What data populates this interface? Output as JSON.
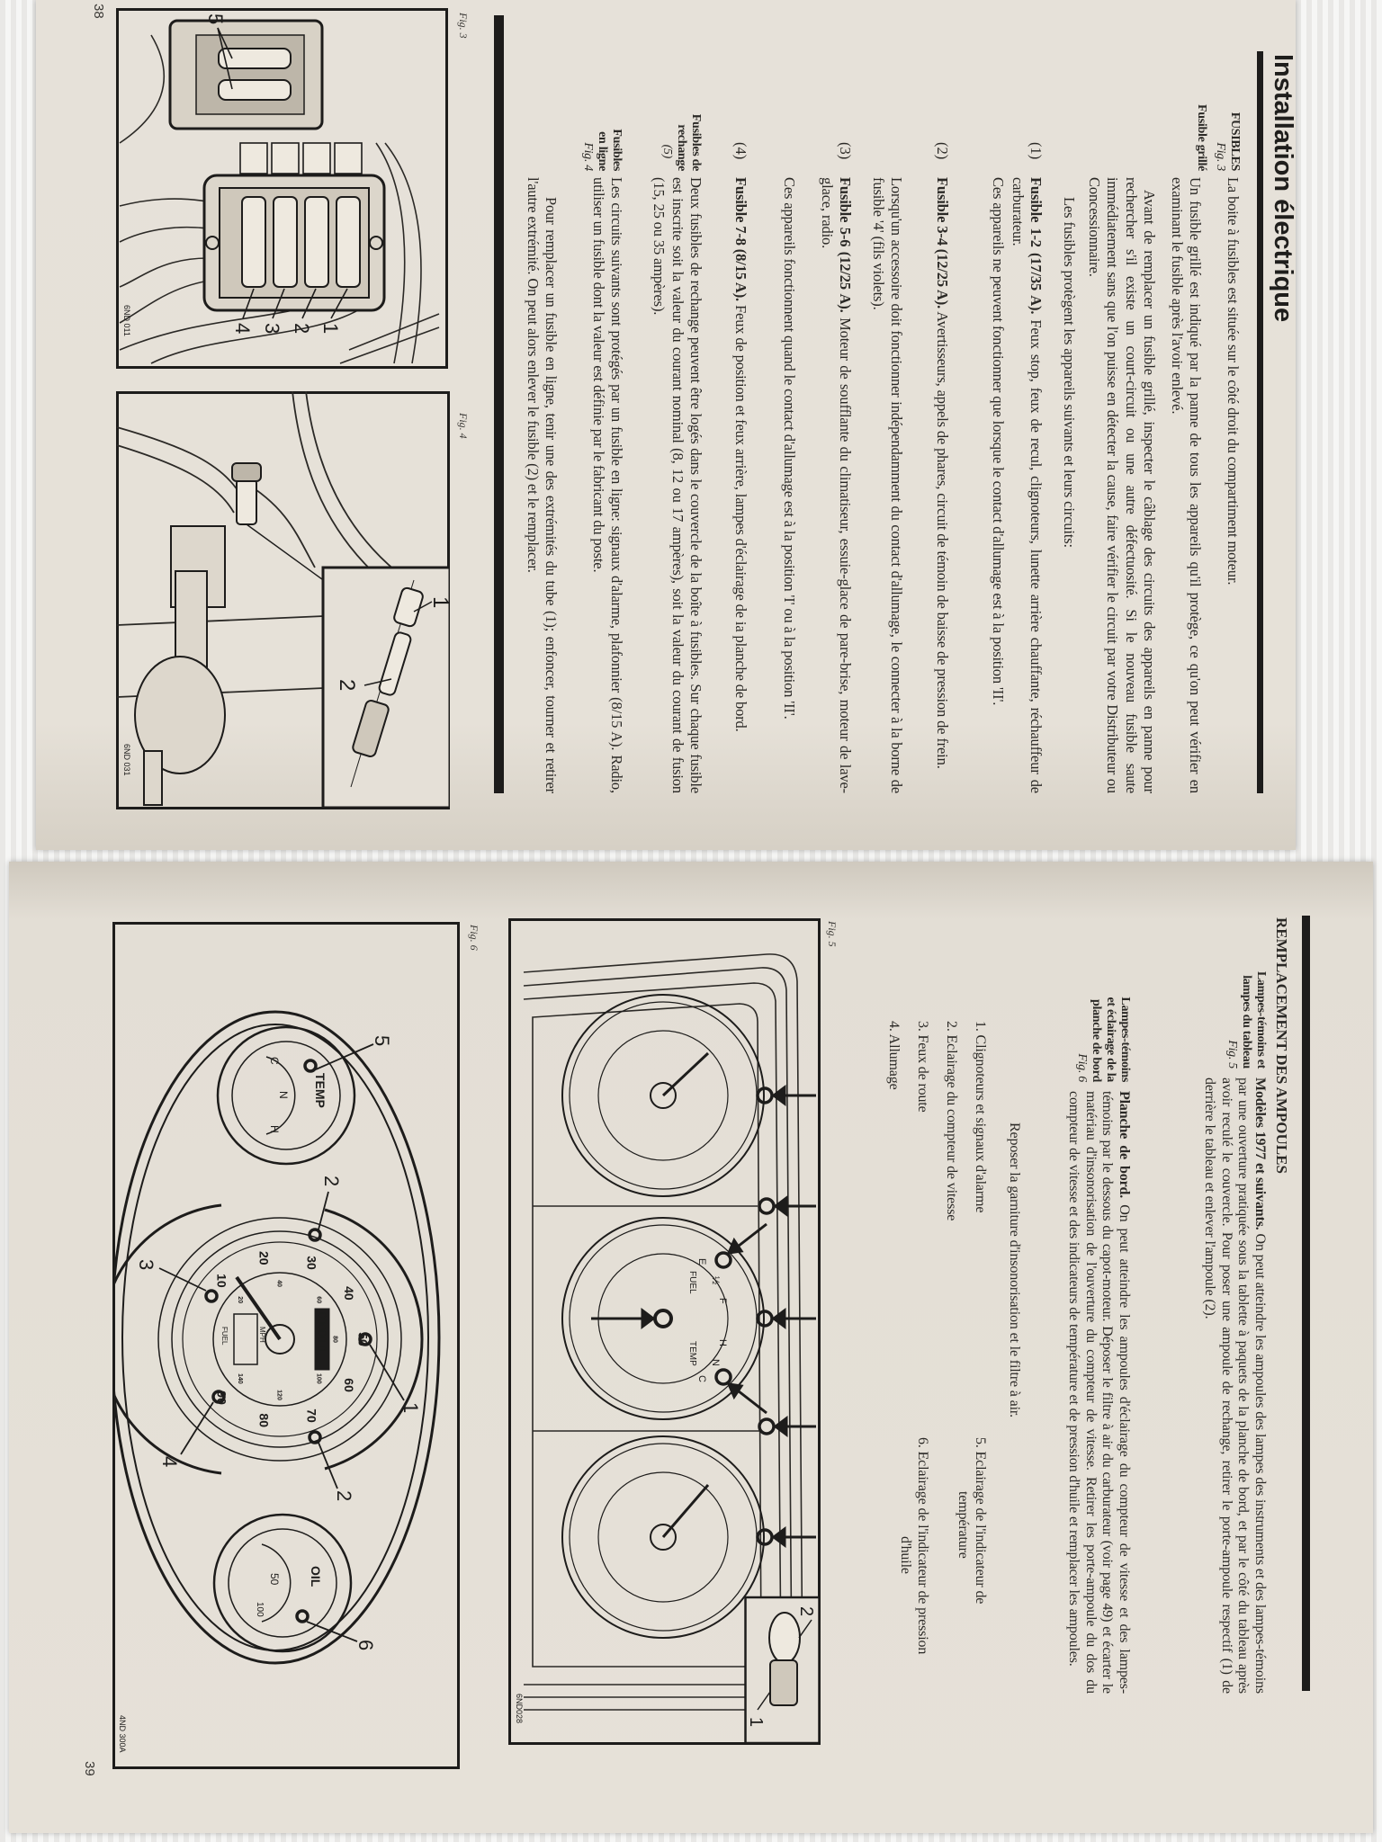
{
  "page38": {
    "title": "Installation électrique",
    "page_number": "38",
    "side": {
      "fusibles": "FUSIBLES",
      "fig3_ref": "Fig. 3",
      "grille": "Fusible grillé",
      "rechange_1": "Fusibles de",
      "rechange_2": "rechange",
      "rechange_ref": "(5)",
      "ligne_1": "Fusibles",
      "ligne_2": "en ligne",
      "fig4_ref": "Fig. 4"
    },
    "paragraphs": {
      "intro": "La boite à fusibles est située sur le côté droit du compartiment moteur.",
      "grille": "Un fusible grillé est indiqué par la panne de tous les appareils qu'il protège, ce qu'on peut vérifier en examinant le fusible après l'avoir enlevé.",
      "avant": "Avant de remplacer un fusible grillé, inspecter le câblage des circuits des appareils en panne pour rechercher s'il existe un court-circuit ou une autre défectuosité. Si le nouveau fusible saute immédiatement sans que l'on puisse en détecter la cause, faire vérifier le circuit par votre Distributeur ou Concessionnaire.",
      "proteges": "Les fusibles protègent les appareils suivants et leurs circuits:",
      "note1": "Ces appareils ne peuvent fonctionner que lorsque le contact d'allumage est à la position 'II'.",
      "note2": "Lorsqu'un accessoire doit fonctionner indépendamment du contact d'allumage, le connecter à la borne de fusible '4' (fils violets).",
      "note3": "Ces appareils fonctionnent quand le contact d'allumage est à la position 'I' ou à la position 'II'.",
      "rechange": "Deux fusibles de rechange peuvent être logés dans le couvercle de la boîte à fusibles. Sur chaque fusible est inscrite soit la valeur du courant nominal (8, 12 ou 17 ampères), soit la valeur du courant de fusion (15, 25 ou 35 ampères).",
      "ligne": "Les circuits suivants sont protégés par un fusible en ligne: signaux d'alarme, plafonnier (8/15 A). Radio, utiliser un fusible dont la valeur est définie par le fabricant du poste.",
      "remplacer": "Pour remplacer un fusible en ligne, tenir une des extrémités du tube (1); enfoncer, tourner et retirer l'autre extrémité. On peut alors enlever le fusible (2) et le remplacer."
    },
    "items": [
      {
        "num": "(1)",
        "label": "Fusible 1-2 (17/35 A).",
        "text": " Feux stop, feux de recul, clignoteurs, lunette arrière chauffante, réchauffeur de carburateur."
      },
      {
        "num": "(2)",
        "label": "Fusible 3-4 (12/25 A).",
        "text": " Avertisseurs, appels de phares, circuit de témoin de baisse de pression de frein."
      },
      {
        "num": "(3)",
        "label": "Fusible 5-6 (12/25 A).",
        "text": " Moteur de soufflante du climatiseur, essuie-glace de pare-brise, moteur de lave-glace, radio."
      },
      {
        "num": "(4)",
        "label": "Fusible 7-8 (8/15 A).",
        "text": " Feux de position et feux arrière, lampes d'éclairage de ia planche de bord."
      }
    ],
    "fig3": {
      "caption": "Fig. 3",
      "code": "6ND 011",
      "labels": [
        "1",
        "2",
        "3",
        "4",
        "5"
      ]
    },
    "fig4": {
      "caption": "Fig. 4",
      "code": "6ND 031",
      "labels": [
        "1",
        "2"
      ]
    }
  },
  "page39": {
    "title": "REMPLACEMENT DES AMPOULES",
    "page_number": "39",
    "side": {
      "lt_1": "Lampes-témoins et",
      "lt_2": "lampes du tableau",
      "fig5_ref": "Fig. 5",
      "pb_1": "Lampes-témoins",
      "pb_2": "et éclairage de la",
      "pb_3": "planche de bord",
      "fig6_ref": "Fig. 6"
    },
    "p1_label": "Modèles 1977 et suivants.",
    "p1": " On peut atteindre les ampoules des lampes des instruments et des lampes-témoins par une ouverture pratiquée sous la tablette à paquets de la planche de bord, et par le côté du tableau après avoir reculé le couvercle. Pour poser une ampoule de rechange, retirer le porte-ampoule respectif (1) de derrière le tableau et enlever l'ampoule (2).",
    "p2_label": "Planche de bord.",
    "p2": " On peut atteindre les ampoules d'éclairage du compteur de vitesse et des lampes-témoins par le dessous du capot-moteur. Déposer le filtre à air du carburateur (voir page 49) et écarter le matériau d'insonorisation de l'ouverture du compteur de vitesse. Retirer les porte-ampoule du dos du compteur de vitesse et des indicateurs de température et de pression d'huile et remplacer les ampoules.",
    "reposer": "Reposer la garniture d'insonorisation et le filtre à air.",
    "list": [
      {
        "text": "1. Clignoteurs et signaux d'alarme"
      },
      {
        "text": "2. Eclairage du compteur de vitesse"
      },
      {
        "text": "3. Feux de route"
      },
      {
        "text": "4. Allumage"
      },
      {
        "text": "5. Eclairage de l'indicateur de",
        "cont": "température"
      },
      {
        "text": "6. Eclairage de l'indicateur de pression",
        "cont": "d'huile"
      }
    ],
    "fig5": {
      "caption": "Fig. 5",
      "code": "6ND028",
      "labels": [
        "1",
        "2"
      ],
      "dial_text": [
        "E",
        "½",
        "F",
        "FUEL",
        "TEMP",
        "H",
        "N",
        "C"
      ]
    },
    "fig6": {
      "caption": "Fig. 6",
      "code": "4ND 300A",
      "labels": [
        "1",
        "2",
        "2",
        "3",
        "4",
        "5",
        "6"
      ],
      "temp_gauge": [
        "TEMP",
        "C",
        "N",
        "H"
      ],
      "oil_gauge": [
        "OIL",
        "50",
        "100"
      ],
      "speedo_mph": [
        "10",
        "20",
        "30",
        "40",
        "50",
        "60",
        "70",
        "80",
        "90"
      ],
      "speedo_kmh": [
        "20",
        "40",
        "60",
        "80",
        "100",
        "120",
        "140"
      ],
      "speedo_unit": "MPH",
      "odometer": "00000.0",
      "fuel_label": "FUEL"
    }
  }
}
